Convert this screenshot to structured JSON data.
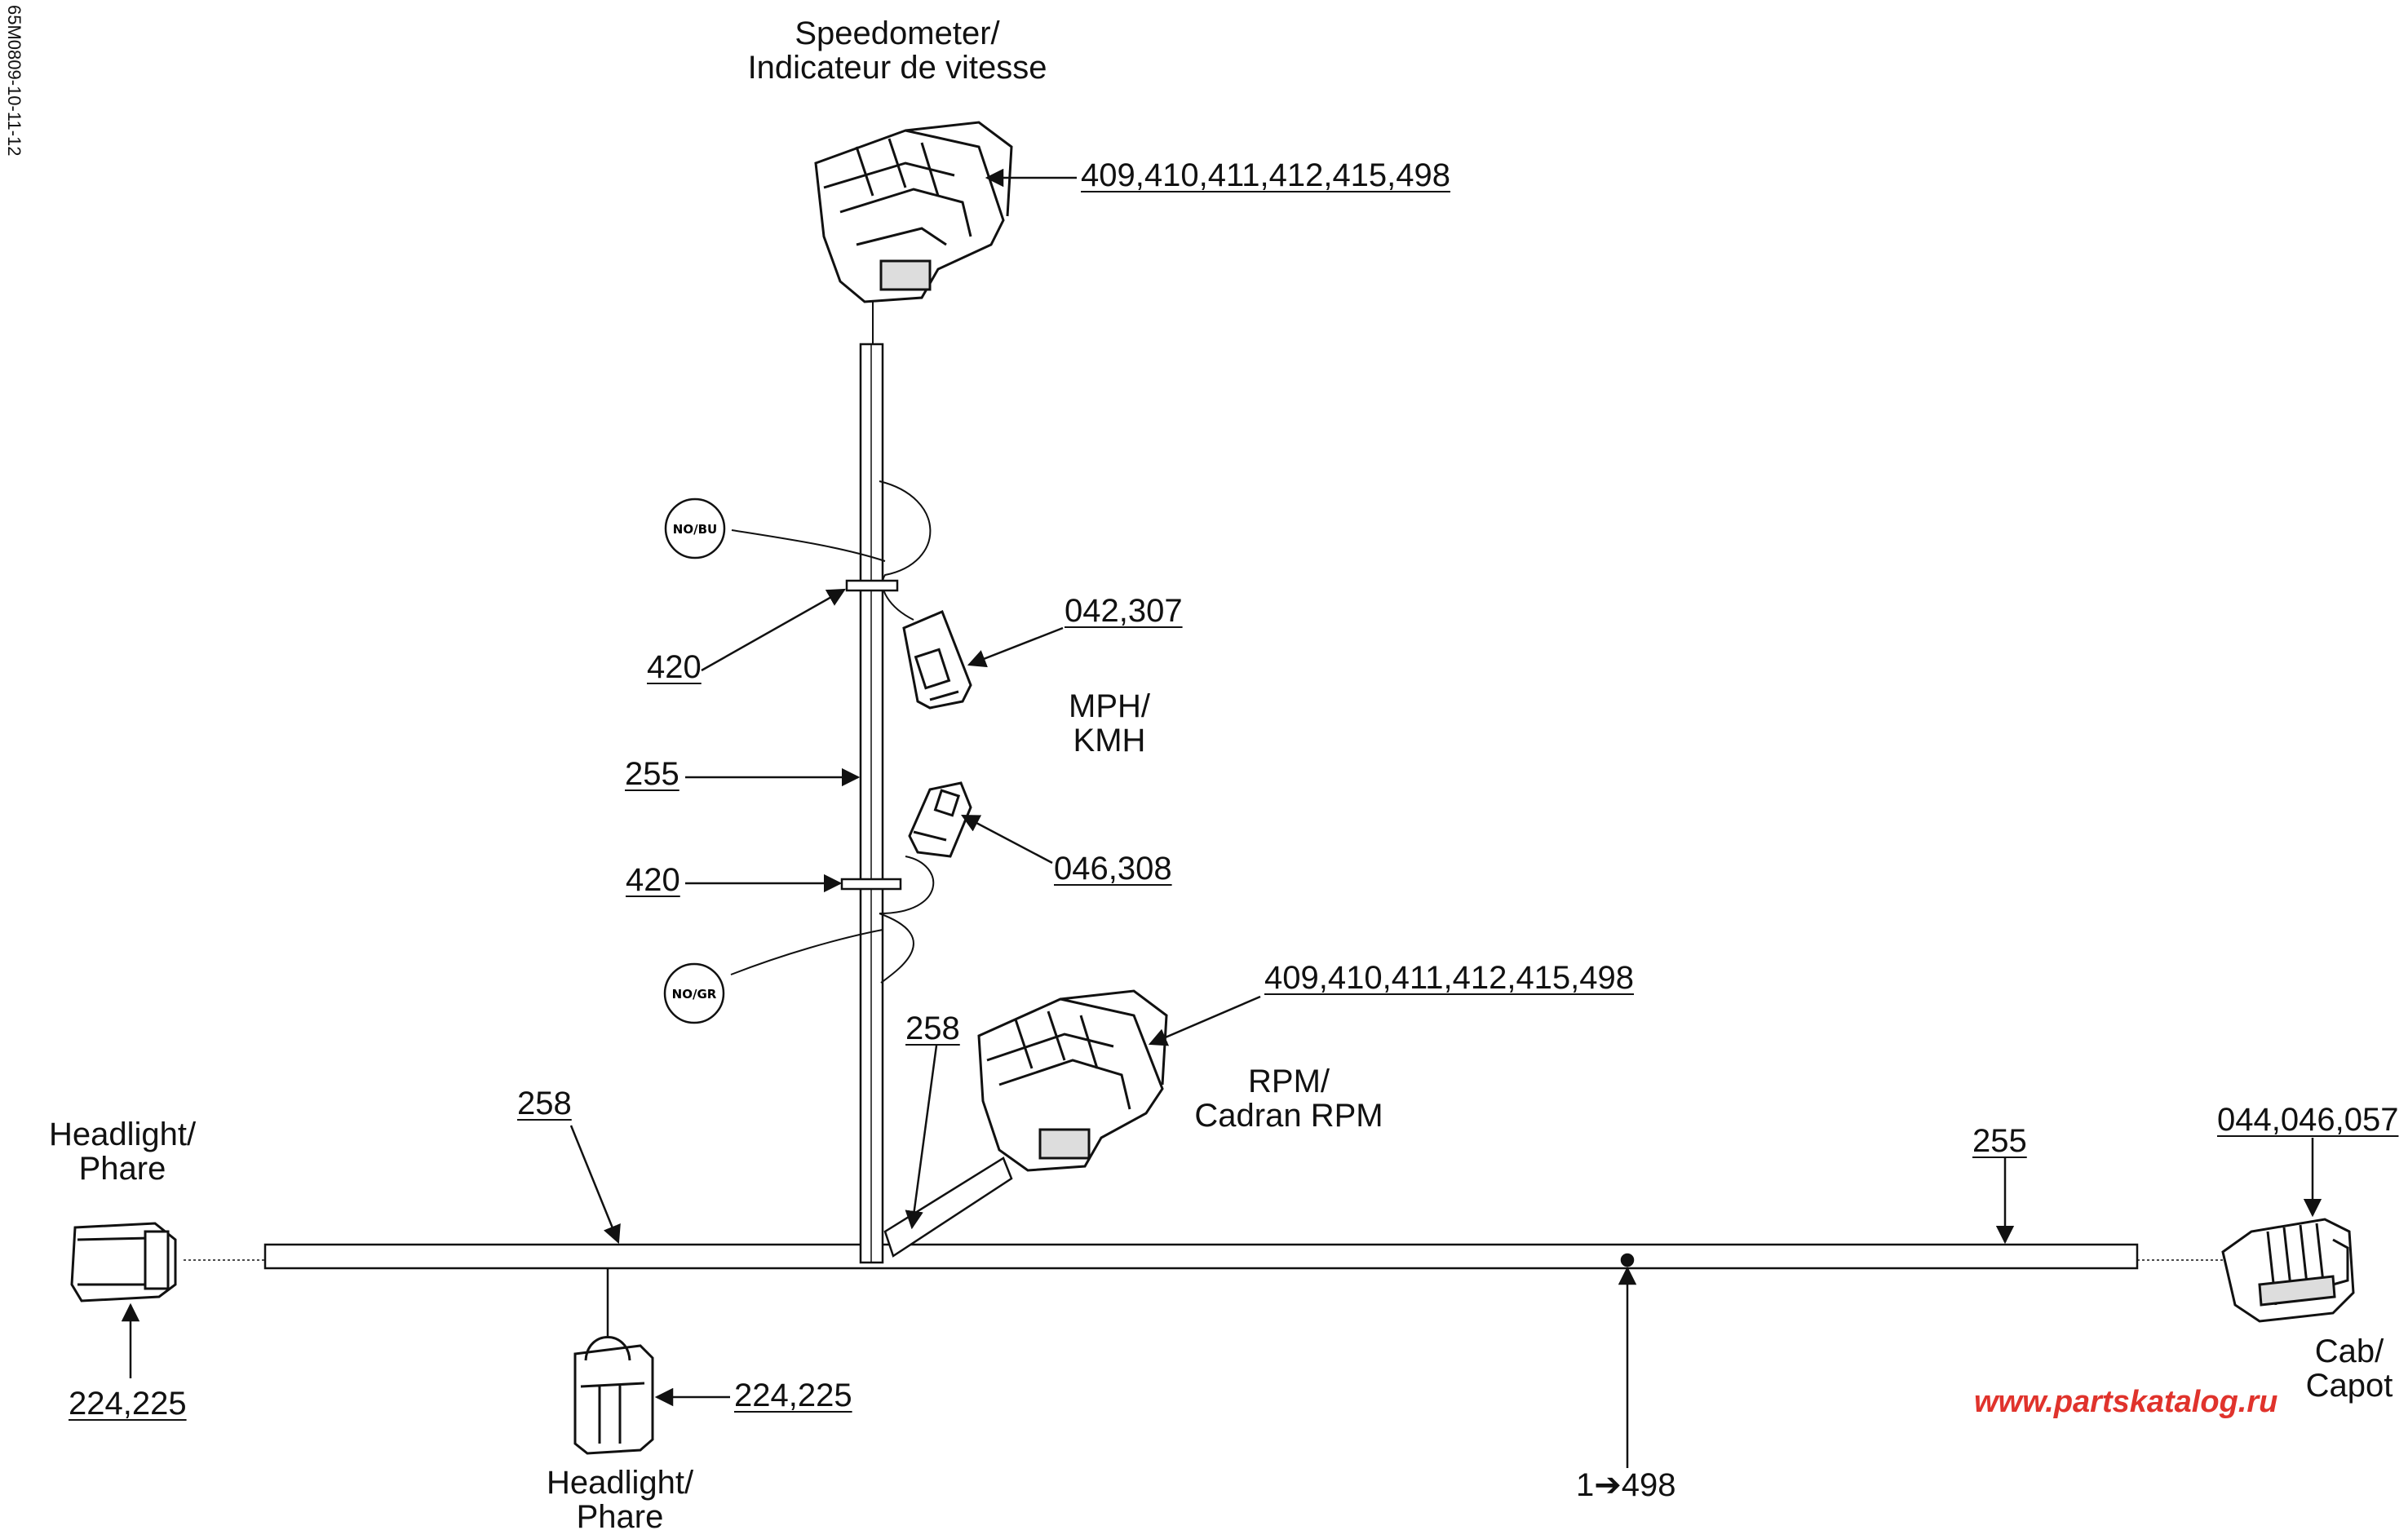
{
  "drawing_code": "65M0809-10-11-12",
  "watermark": "www.partskatalog.ru",
  "labels": {
    "speedometer_en": "Speedometer/",
    "speedometer_fr": "Indicateur de vitesse",
    "mph_1": "MPH/",
    "mph_2": "KMH",
    "rpm_1": "RPM/",
    "rpm_2": "Cadran RPM",
    "headlight_left_1": "Headlight/",
    "headlight_left_2": "Phare",
    "headlight_bottom_1": "Headlight/",
    "headlight_bottom_2": "Phare",
    "cab_1": "Cab/",
    "cab_2": "Capot"
  },
  "refs": {
    "speedo_connector": "409,410,411,412,415,498",
    "rpm_connector": "409,410,411,412,415,498",
    "mph_connector_top": "042,307",
    "mph_connector_bottom": "046,308",
    "clip_top": "420",
    "clip_bottom": "420",
    "harness_vertical": "255",
    "harness_right": "255",
    "harness_left": "258",
    "harness_branch": "258",
    "headlight_left": "224,225",
    "headlight_bottom": "224,225",
    "cab_connector": "044,046,057",
    "main_harness": "1➔498"
  },
  "wire_tags": {
    "upper": "NO/BU",
    "lower": "NO/GR"
  }
}
